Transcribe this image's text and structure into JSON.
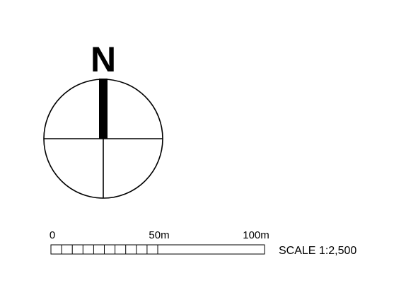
{
  "north_arrow": {
    "letter": "N",
    "icon": "compass-north-icon"
  },
  "scale_bar": {
    "labels": [
      "0",
      "50m",
      "100m"
    ],
    "ratio_text": "SCALE 1:2,500",
    "max_distance_m": 100,
    "label_distances_m": [
      0,
      50,
      100
    ],
    "subdivision_m": 5,
    "subdivided_until_m": 50
  },
  "colors": {
    "ink": "#000000",
    "background": "#ffffff"
  }
}
